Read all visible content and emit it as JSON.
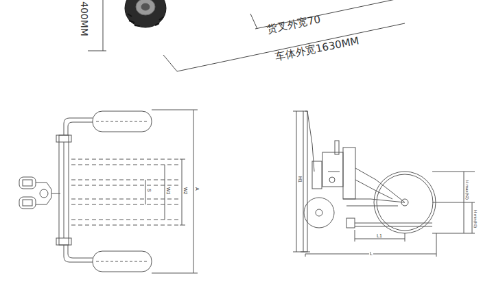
{
  "diagram": {
    "labels": [
      "400MM",
      "货叉外宽70",
      "车体外宽1630MM",
      "A",
      "W2",
      "W1",
      "S",
      "H1",
      "H max(h2)",
      "H min(h3)",
      "L1",
      "L"
    ]
  }
}
